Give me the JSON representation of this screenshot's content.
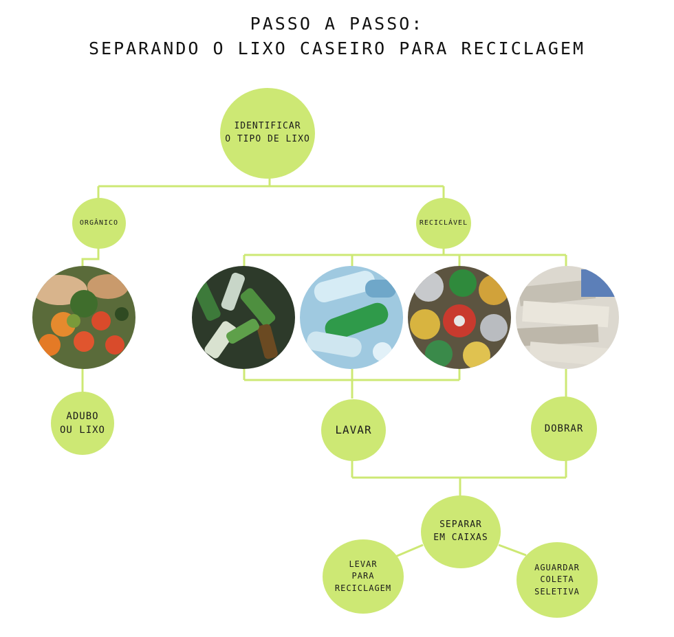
{
  "title": {
    "line1": "PASSO A PASSO:",
    "line2": "SEPARANDO O LIXO CASEIRO PARA RECICLAGEM"
  },
  "nodes": {
    "identificar": "IDENTIFICAR\nO TIPO DE LIXO",
    "organico": "ORGÂNICO",
    "reciclavel": "RECICLÁVEL",
    "adubo": "ADUBO\nOU LIXO",
    "lavar": "LAVAR",
    "dobrar": "DOBRAR",
    "separar": "SEPARAR\nEM CAIXAS",
    "levar": "LEVAR\nPARA\nRECICLAGEM",
    "aguardar": "AGUARDAR\nCOLETA\nSELETIVA"
  },
  "colors": {
    "node_fill": "#cde874",
    "line": "#cde874"
  },
  "photos": [
    {
      "name": "food-scraps-photo",
      "subject": "food scraps"
    },
    {
      "name": "glass-bottles-photo",
      "subject": "glass bottles"
    },
    {
      "name": "plastic-bottles-photo",
      "subject": "plastic bottles"
    },
    {
      "name": "metal-cans-photo",
      "subject": "metal cans"
    },
    {
      "name": "paper-photo",
      "subject": "newspapers"
    }
  ]
}
